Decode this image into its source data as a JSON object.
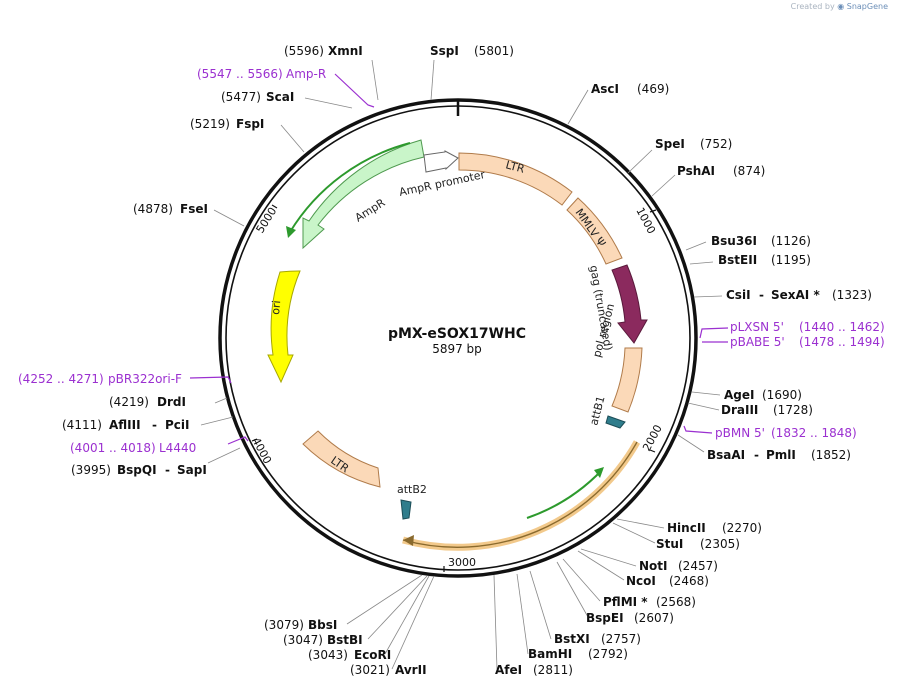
{
  "header": {
    "credit_prefix": "Created by",
    "credit_brand": "SnapGene"
  },
  "map": {
    "name": "pMX-eSOX17WHC",
    "length_label": "5897 bp",
    "total_bp": 5897,
    "ticks": [
      "1000",
      "2000",
      "3000",
      "4000",
      "5000"
    ]
  },
  "sites": [
    {
      "name": "SspI",
      "pos": "(5801)",
      "bp": 5801
    },
    {
      "name": "XmnI",
      "pos": "(5596)",
      "bp": 5596
    },
    {
      "name": "ScaI",
      "pos": "(5477)",
      "bp": 5477
    },
    {
      "name": "FspI",
      "pos": "(5219)",
      "bp": 5219
    },
    {
      "name": "FseI",
      "pos": "(4878)",
      "bp": 4878
    },
    {
      "name": "DrdI",
      "pos": "(4219)",
      "bp": 4219
    },
    {
      "name": "AflIII",
      "name2": "PciI",
      "pos": "(4111)",
      "bp": 4111
    },
    {
      "name": "BspQI",
      "name2": "SapI",
      "pos": "(3995)",
      "bp": 3995
    },
    {
      "name": "AscI",
      "pos": "(469)",
      "bp": 469
    },
    {
      "name": "SpeI",
      "pos": "(752)",
      "bp": 752
    },
    {
      "name": "PshAI",
      "pos": "(874)",
      "bp": 874
    },
    {
      "name": "Bsu36I",
      "pos": "(1126)",
      "bp": 1126
    },
    {
      "name": "BstEII",
      "pos": "(1195)",
      "bp": 1195
    },
    {
      "name": "CsiI",
      "name2": "SexAI *",
      "pos": "(1323)",
      "bp": 1323
    },
    {
      "name": "AgeI",
      "pos": "(1690)",
      "bp": 1690
    },
    {
      "name": "DraIII",
      "pos": "(1728)",
      "bp": 1728
    },
    {
      "name": "BsaAI",
      "name2": "PmlI",
      "pos": "(1852)",
      "bp": 1852
    },
    {
      "name": "HincII",
      "pos": "(2270)",
      "bp": 2270
    },
    {
      "name": "StuI",
      "pos": "(2305)",
      "bp": 2305
    },
    {
      "name": "NotI",
      "pos": "(2457)",
      "bp": 2457
    },
    {
      "name": "NcoI",
      "pos": "(2468)",
      "bp": 2468
    },
    {
      "name": "PflMI *",
      "pos": "(2568)",
      "bp": 2568
    },
    {
      "name": "BspEI",
      "pos": "(2607)",
      "bp": 2607
    },
    {
      "name": "BstXI",
      "pos": "(2757)",
      "bp": 2757
    },
    {
      "name": "BamHI",
      "pos": "(2792)",
      "bp": 2792
    },
    {
      "name": "AfeI",
      "pos": "(2811)",
      "bp": 2811
    },
    {
      "name": "BbsI",
      "pos": "(3079)",
      "bp": 3079
    },
    {
      "name": "BstBI",
      "pos": "(3047)",
      "bp": 3047
    },
    {
      "name": "EcoRI",
      "pos": "(3043)",
      "bp": 3043
    },
    {
      "name": "AvrII",
      "pos": "(3021)",
      "bp": 3021
    }
  ],
  "primers": [
    {
      "name": "Amp-R",
      "range": "(5547 .. 5566)"
    },
    {
      "name": "pBR322ori-F",
      "range": "(4252 .. 4271)"
    },
    {
      "name": "L4440",
      "range": "(4001 .. 4018)"
    },
    {
      "name": "pLXSN 5'",
      "range": "(1440 .. 1462)"
    },
    {
      "name": "pBABE 5'",
      "range": "(1478 .. 1494)"
    },
    {
      "name": "pBMN 5'",
      "range": "(1832 .. 1848)"
    }
  ],
  "features": [
    {
      "label": "LTR",
      "color": "#fbd9b8"
    },
    {
      "label": "MMLV Ψ",
      "color": "#fbd9b8"
    },
    {
      "label": "gag (truncated)",
      "color": "#8b2a5e"
    },
    {
      "label": "pol region",
      "color": "#fbd9b8"
    },
    {
      "label": "attB1",
      "color": "#2f7d8c"
    },
    {
      "label": "attB2",
      "color": "#2f7d8c"
    },
    {
      "label": "LTR",
      "color": "#fbd9b8"
    },
    {
      "label": "ori",
      "color": "#ffff00"
    },
    {
      "label": "AmpR",
      "color": "#c9f5c9"
    },
    {
      "label": "AmpR promoter",
      "color": "#ffffff"
    }
  ],
  "colors": {
    "primer": "#9b30d0",
    "insert_highlight": "#f2c98b",
    "orf_arrow": "#2d9a2d",
    "backbone": "#111111"
  }
}
